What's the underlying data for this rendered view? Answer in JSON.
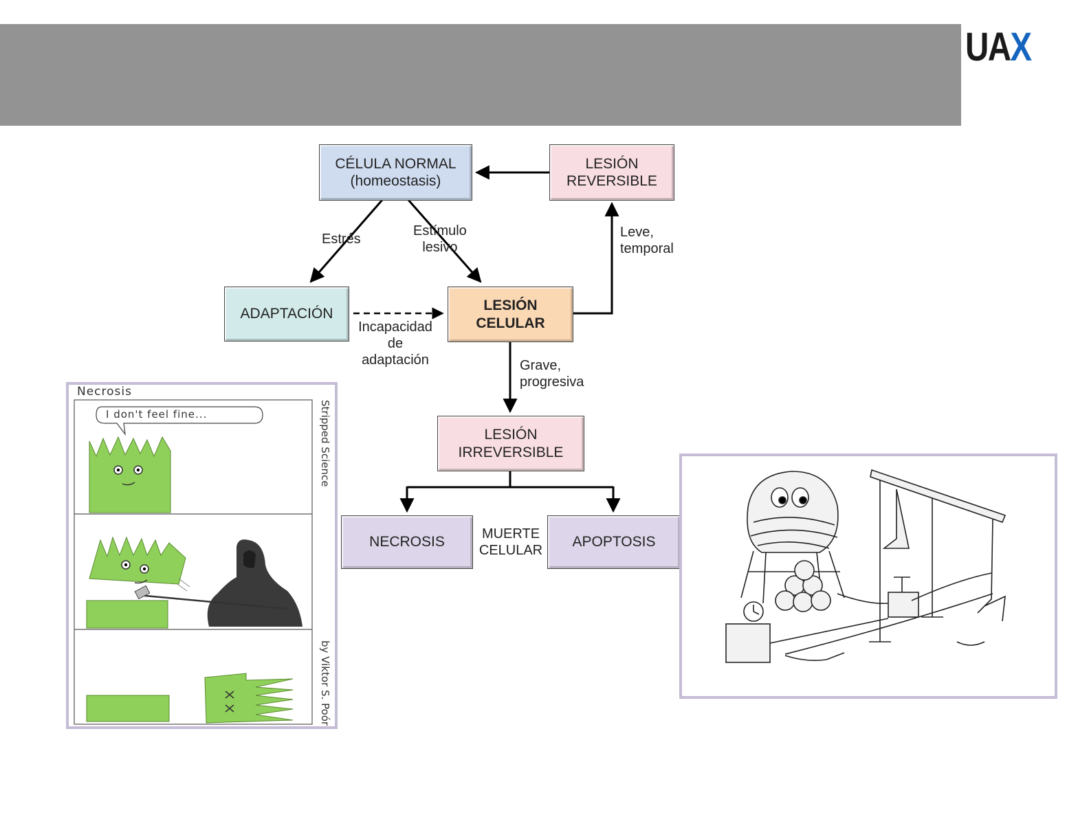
{
  "logo": {
    "part1": "UA",
    "part2": "X",
    "accent": "#1565c0"
  },
  "nodes": {
    "normal": "CÉLULA NORMAL\n(homeostasis)",
    "reversible": "LESIÓN\nREVERSIBLE",
    "adaptacion": "ADAPTACIÓN",
    "lesion": "LESIÓN\nCELULAR",
    "irreversible": "LESIÓN\nIRREVERSIBLE",
    "necrosis": "NECROSIS",
    "apoptosis": "APOPTOSIS"
  },
  "labels": {
    "estres": "Estrés",
    "estimulo": "Estímulo\nlesivo",
    "leve": "Leve,\ntemporal",
    "incapacidad": "Incapacidad\nde\nadaptación",
    "grave": "Grave,\nprogresiva",
    "muerte": "MUERTE\nCELULAR"
  },
  "comic": {
    "title": "Necrosis",
    "speech": "I don't feel fine...",
    "side_top": "Stripped Science",
    "side_bottom": "by Viktor S. Poór"
  },
  "colors": {
    "normal": "#cfdcf0",
    "reversible": "#f8dde2",
    "adaptacion": "#d2ebea",
    "lesion": "#fbd8b4",
    "muerte": "#ddd6ea",
    "cell": "#8fd05a"
  }
}
